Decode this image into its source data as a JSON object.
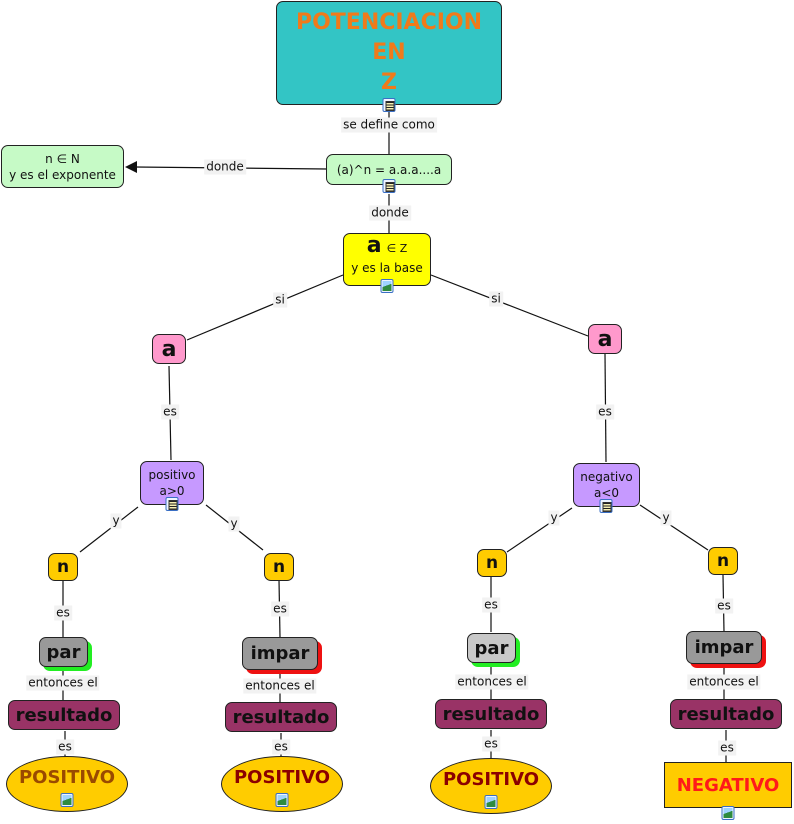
{
  "title": {
    "line1": "POTENCIACION",
    "line2": "EN",
    "line3": "Z"
  },
  "definition": "(a)^n = a.a.a....a",
  "exponent": {
    "line1": "n ∈ N",
    "line2": "y es el exponente"
  },
  "base": {
    "symbol": "a",
    "suffix": "∈ Z",
    "line2": "y es la base"
  },
  "links": {
    "se_define_como": "se define como",
    "donde_left": "donde",
    "donde_down": "donde",
    "si_left": "si",
    "si_right": "si",
    "es": "es",
    "y": "y",
    "entonces_el": "entonces el"
  },
  "branches": {
    "left": {
      "a": "a",
      "sign": {
        "line1": "positivo",
        "line2": "a>0"
      }
    },
    "right": {
      "a": "a",
      "sign": {
        "line1": "negativo",
        "line2": "a<0"
      }
    }
  },
  "leaves": [
    {
      "n": "n",
      "parity": "par",
      "result": "resultado",
      "outcome": "POSITIVO"
    },
    {
      "n": "n",
      "parity": "impar",
      "result": "resultado",
      "outcome": "POSITIVO"
    },
    {
      "n": "n",
      "parity": "par",
      "result": "resultado",
      "outcome": "POSITIVO"
    },
    {
      "n": "n",
      "parity": "impar",
      "result": "resultado",
      "outcome": "NEGATIVO"
    }
  ],
  "colors": {
    "title_bg": "#33c5c5",
    "title_text": "#f07a1a",
    "green": "#c6fac6",
    "yellow": "#ffff00",
    "pink": "#ff99cc",
    "purple": "#c699ff",
    "gold": "#ffcc00",
    "maroon": "#993366",
    "positive_text_1": "#9a4a00",
    "positive_text_2": "#8b0000",
    "negative_text": "#ff1a1a"
  }
}
